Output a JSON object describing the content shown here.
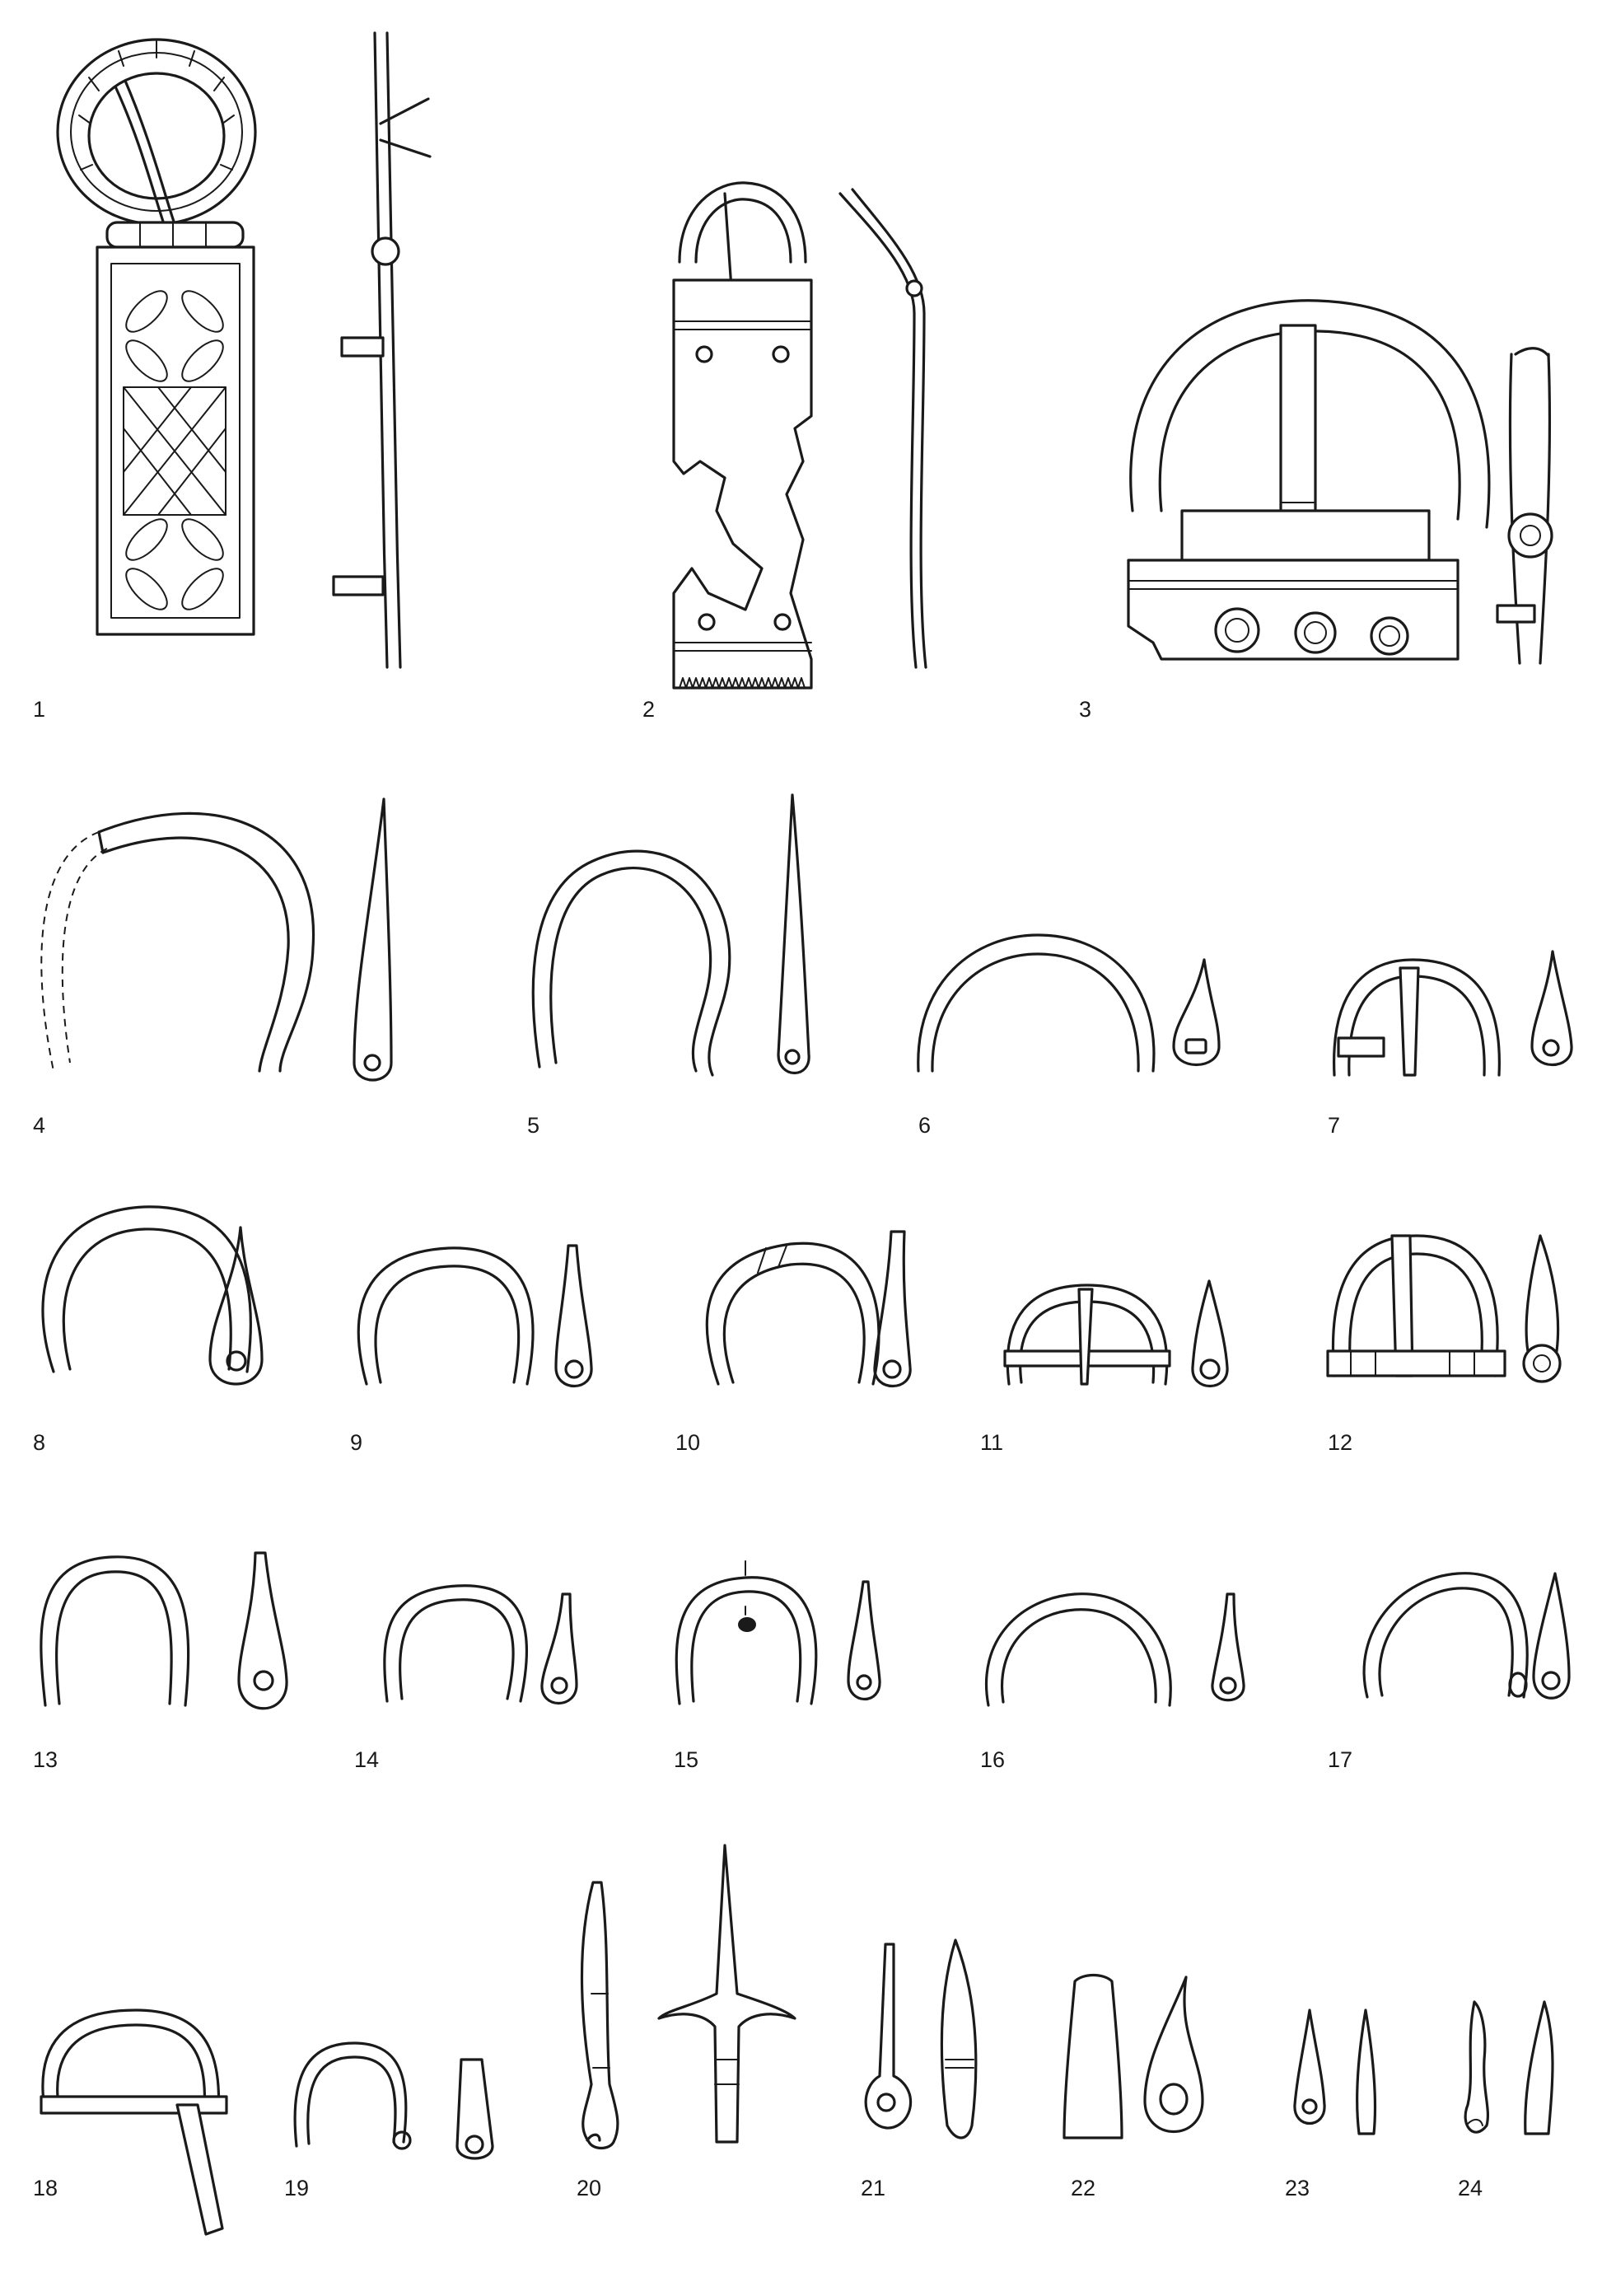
{
  "figure": {
    "catalogue_numbers": [
      "1",
      "2",
      "3",
      "4",
      "5",
      "6",
      "7",
      "8",
      "9",
      "10",
      "11",
      "12",
      "13",
      "14",
      "15",
      "16",
      "17",
      "18",
      "19",
      "20",
      "21",
      "22",
      "23",
      "24"
    ]
  }
}
